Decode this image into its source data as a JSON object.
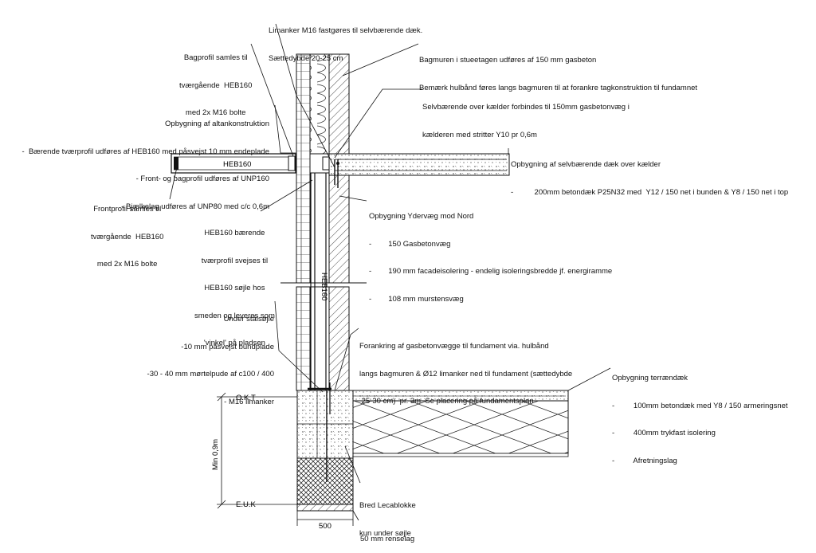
{
  "annotations": {
    "limanker": [
      "Limanker M16 fastgøres til selvbærende dæk.",
      "Sættedybde 20-25 cm"
    ],
    "bagprofil": [
      "Bagprofil samles til",
      "tværgående  HEB160",
      "med 2x M16 bolte"
    ],
    "bagmuren": [
      "Bagmuren i stueetagen udføres af 150 mm gasbeton",
      "Bemærk hulbånd føres langs bagmuren til at forankre tagkonstruktion til fundamnet"
    ],
    "selvbaerende_over_kaelder": [
      "Selvbærende over kælder forbindes til 150mm gasbetonvæg i",
      "kælderen med stritter Y10 pr 0,6m"
    ],
    "altan": [
      "Opbygning af altankonstruktion",
      "-  Bærende tværprofil udføres af HEB160 med påsvejst 10 mm endeplade",
      "- Front- og bagprofil udføres af UNP160",
      "- Bjælkelag udføres af UNP80 med c/c 0,6m"
    ],
    "daek_over_kaelder": [
      "Opbygning af selvbærende dæk over kælder",
      "-          200mm betondæk P25N32 med  Y12 / 150 net i bunden & Y8 / 150 net i top"
    ],
    "frontprofil": [
      "Frontprofil samles til",
      "tværgående  HEB160",
      "med 2x M16 bolte"
    ],
    "ydervaeg": [
      "Opbygning Ydervæg mod Nord",
      "-        150 Gasbetonvæg",
      "-        190 mm facadeisolering - endelig isoleringsbredde jf. energiramme",
      "-        108 mm murstensvæg"
    ],
    "heb_saejle": [
      "HEB160 bærende",
      "tværprofil svejses til",
      "HEB160 søjle hos",
      "smeden og leveres som",
      "'vinkel' på pladsen"
    ],
    "under_staalsoejle": [
      "Under stålsøjle",
      "-10 mm påsvejst bundplade",
      "-30 - 40 mm mørtelpude af c100 / 400",
      "- M16 limanker"
    ],
    "forankring": [
      "Forankring af gasbetonvægge til fundament via. hulbånd",
      "langs bagmuren & Ø12 limanker ned til fundament (sættedybde",
      " 25-30 cm)  pr. 3m. Se placering på fundamentsplan"
    ],
    "terraendaek": [
      "Opbygning terrændæk",
      "-         100mm betondæk med Y8 / 150 armeringsnet",
      "-         400mm trykfast isolering",
      "-         Afretningslag"
    ],
    "lecablokke": [
      "Bred Lecablokke",
      "kun under søjle"
    ],
    "renselag": "50 mm renselag"
  },
  "labels": {
    "heb160_beam": "HEB160",
    "heb160_column": "HEB160",
    "okt": "O.K.T",
    "euk": "E.U.K",
    "min_depth": "Min 0,9m",
    "width_500": "500"
  }
}
